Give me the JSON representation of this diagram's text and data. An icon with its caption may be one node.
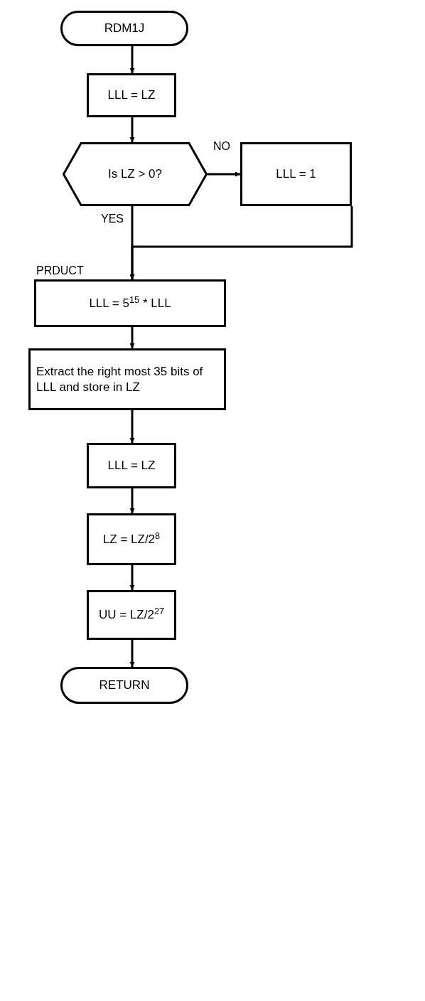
{
  "diagram": {
    "nodes": [
      {
        "text": [
          "RDM1J"
        ]
      },
      {
        "text": [
          "LLL = LZ"
        ]
      },
      {
        "text": [
          "Is LZ > 0?"
        ]
      },
      {
        "text": [
          "LLL = 1"
        ]
      },
      {
        "text": [
          "PRDUCT",
          "LLL = 5$^{15}$ * LLL"
        ]
      },
      {
        "text": [
          "Extract the right most 35 bits of LLL and store in LZ"
        ]
      },
      {
        "text": [
          "LLL = LZ"
        ]
      },
      {
        "text": [
          "LZ = LZ/2$^{8}$"
        ]
      },
      {
        "text": [
          "UU = LZ/2$^{27}$"
        ]
      },
      {
        "text": [
          "RETURN"
        ]
      }
    ],
    "edges": [
      {
        "from": 0,
        "to": 1,
        "arrow": "to"
      },
      {
        "from": 1,
        "to": 2,
        "arrow": "to"
      },
      {
        "from": 2,
        "to": 3,
        "arrow": "to",
        "label": "NO"
      },
      {
        "from": 2,
        "to": 4,
        "arrow": "to",
        "label": "YES"
      },
      {
        "from": 3,
        "to": 4,
        "arrow": "to"
      },
      {
        "from": 4,
        "to": 5,
        "arrow": "to"
      },
      {
        "from": 5,
        "to": 6,
        "arrow": "to"
      },
      {
        "from": 6,
        "to": 7,
        "arrow": "to"
      },
      {
        "from": 7,
        "to": 8,
        "arrow": "to"
      },
      {
        "from": 8,
        "to": 9,
        "arrow": "to"
      }
    ]
  }
}
